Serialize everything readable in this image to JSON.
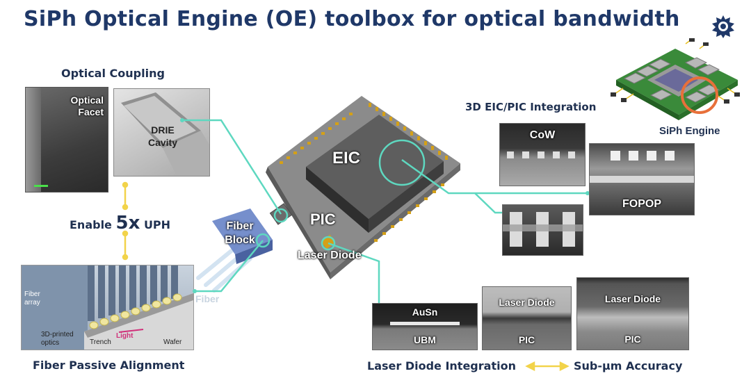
{
  "title": "SiPh Optical Engine (OE) toolbox for optical bandwidth",
  "optical_coupling": {
    "heading": "Optical Coupling",
    "facet_label": "Optical Facet",
    "drie_label": "DRIE Cavity"
  },
  "enable": {
    "prefix": "Enable",
    "factor": "5x",
    "suffix": "UPH"
  },
  "fiber_alignment": {
    "heading": "Fiber Passive Alignment",
    "fiber_array": "Fiber array",
    "optics": "3D-printed optics",
    "trench": "Trench",
    "light": "Light",
    "wafer": "Wafer"
  },
  "chip": {
    "eic": "EIC",
    "pic": "PIC",
    "fiber_block": "Fiber Block",
    "laser_diode": "Laser Diode",
    "fiber": "Fiber"
  },
  "integration_3d": {
    "heading": "3D EIC/PIC Integration",
    "cow": "CoW",
    "fopop": "FOPOP"
  },
  "siph_engine": {
    "label": "SiPh Engine"
  },
  "laser_integration": {
    "heading": "Laser Diode Integration",
    "accuracy": "Sub-µm Accuracy",
    "ausn": "AuSn",
    "ubm": "UBM",
    "ld_label_1": "Laser Diode",
    "pic_label_1": "PIC",
    "ld_label_2": "Laser Diode",
    "pic_label_2": "PIC"
  },
  "colors": {
    "title": "#1f3868",
    "connector": "#5ed8c0",
    "arrow": "#f2d34a",
    "pads": "#d4a017",
    "highlight_ring": "#e8703a"
  }
}
